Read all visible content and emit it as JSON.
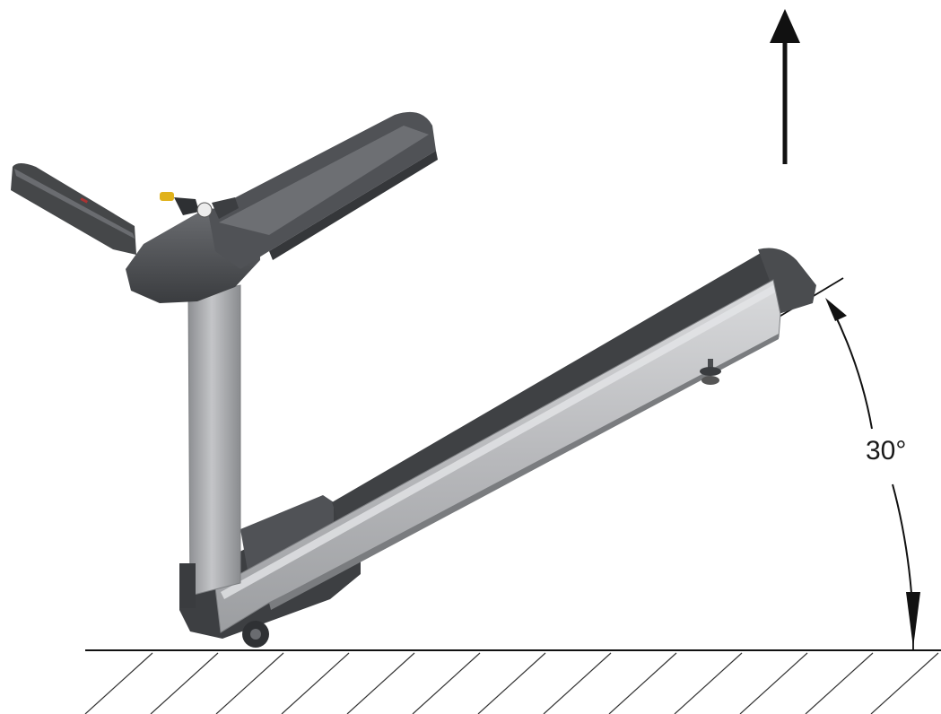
{
  "diagram": {
    "angle_label": "30°",
    "angle_value_deg": 30,
    "lift_direction": "up",
    "colors": {
      "frame_dark": "#4a4c4f",
      "frame_darker": "#333538",
      "frame_light": "#6a6c70",
      "rail_silver": "#b4b5b8",
      "rail_silver_light": "#d6d7d9",
      "rail_silver_dark": "#8e9093",
      "upright_silver": "#a9abae",
      "accent_yellow": "#e0b21c",
      "ink": "#111111"
    }
  }
}
